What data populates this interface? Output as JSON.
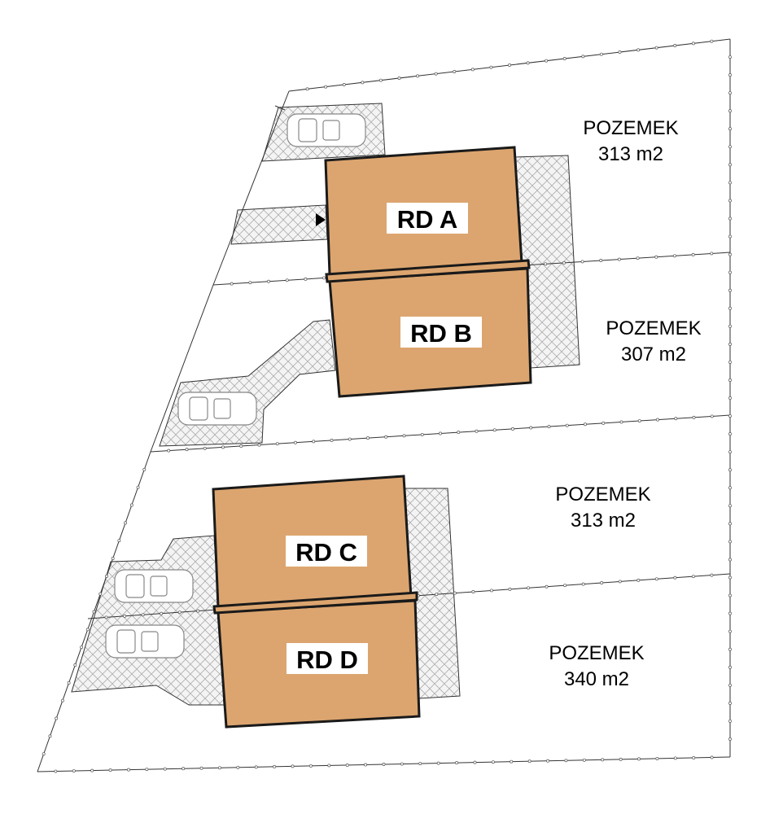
{
  "houses": [
    {
      "label": "RD A"
    },
    {
      "label": "RD B"
    },
    {
      "label": "RD C"
    },
    {
      "label": "RD D"
    }
  ],
  "lots": [
    {
      "name": "POZEMEK",
      "area": "313 m2"
    },
    {
      "name": "POZEMEK",
      "area": "307 m2"
    },
    {
      "name": "POZEMEK",
      "area": "313 m2"
    },
    {
      "name": "POZEMEK",
      "area": "340 m2"
    }
  ],
  "colors": {
    "house": "#dca56f",
    "outline": "#1a1a1a"
  }
}
